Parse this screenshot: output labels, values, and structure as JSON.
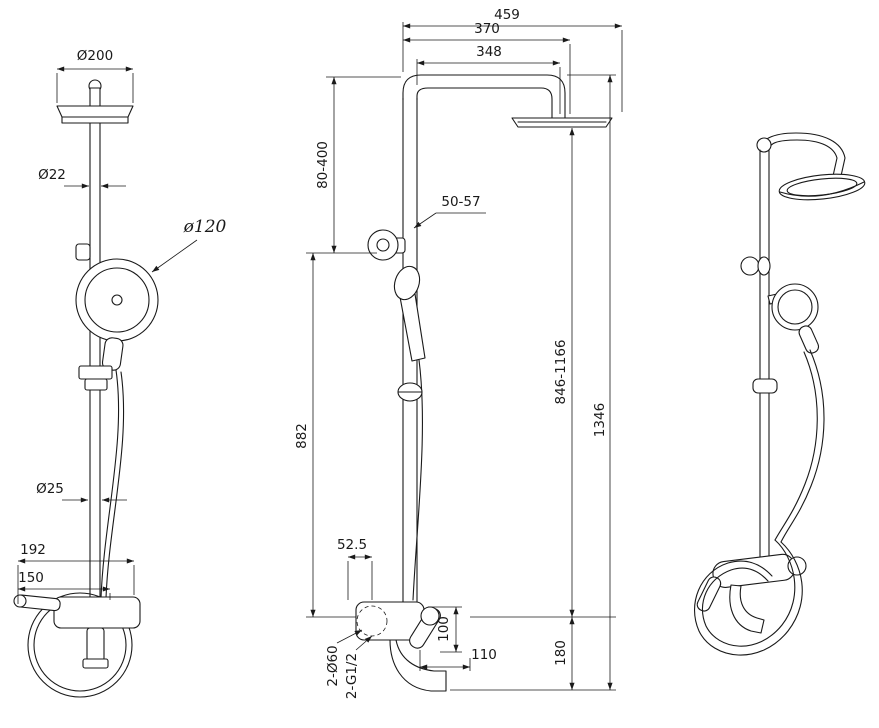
{
  "colors": {
    "line": "#1a1a1a",
    "bg": "#ffffff"
  },
  "dims": {
    "side": {
      "head_diameter": "Ø200",
      "riser_diameter": "Ø22",
      "hand_shower_diameter": "ø120",
      "lower_riser_diameter": "Ø25",
      "depth_overall": "192",
      "depth_to_valve": "150"
    },
    "front": {
      "reach_overall": "459",
      "reach_arm": "370",
      "reach_arm_inner": "348",
      "head_height_adjust": "80-400",
      "holder_offset": "50-57",
      "riser_height": "882",
      "column_height_adjust": "846-1166",
      "height_overall": "1346",
      "inlet_offset": "52.5",
      "valve_height": "100",
      "spout_reach": "110",
      "spout_height": "180",
      "inlet_escutcheon": "2-Ø60",
      "inlet_thread": "2-G1/2"
    }
  }
}
